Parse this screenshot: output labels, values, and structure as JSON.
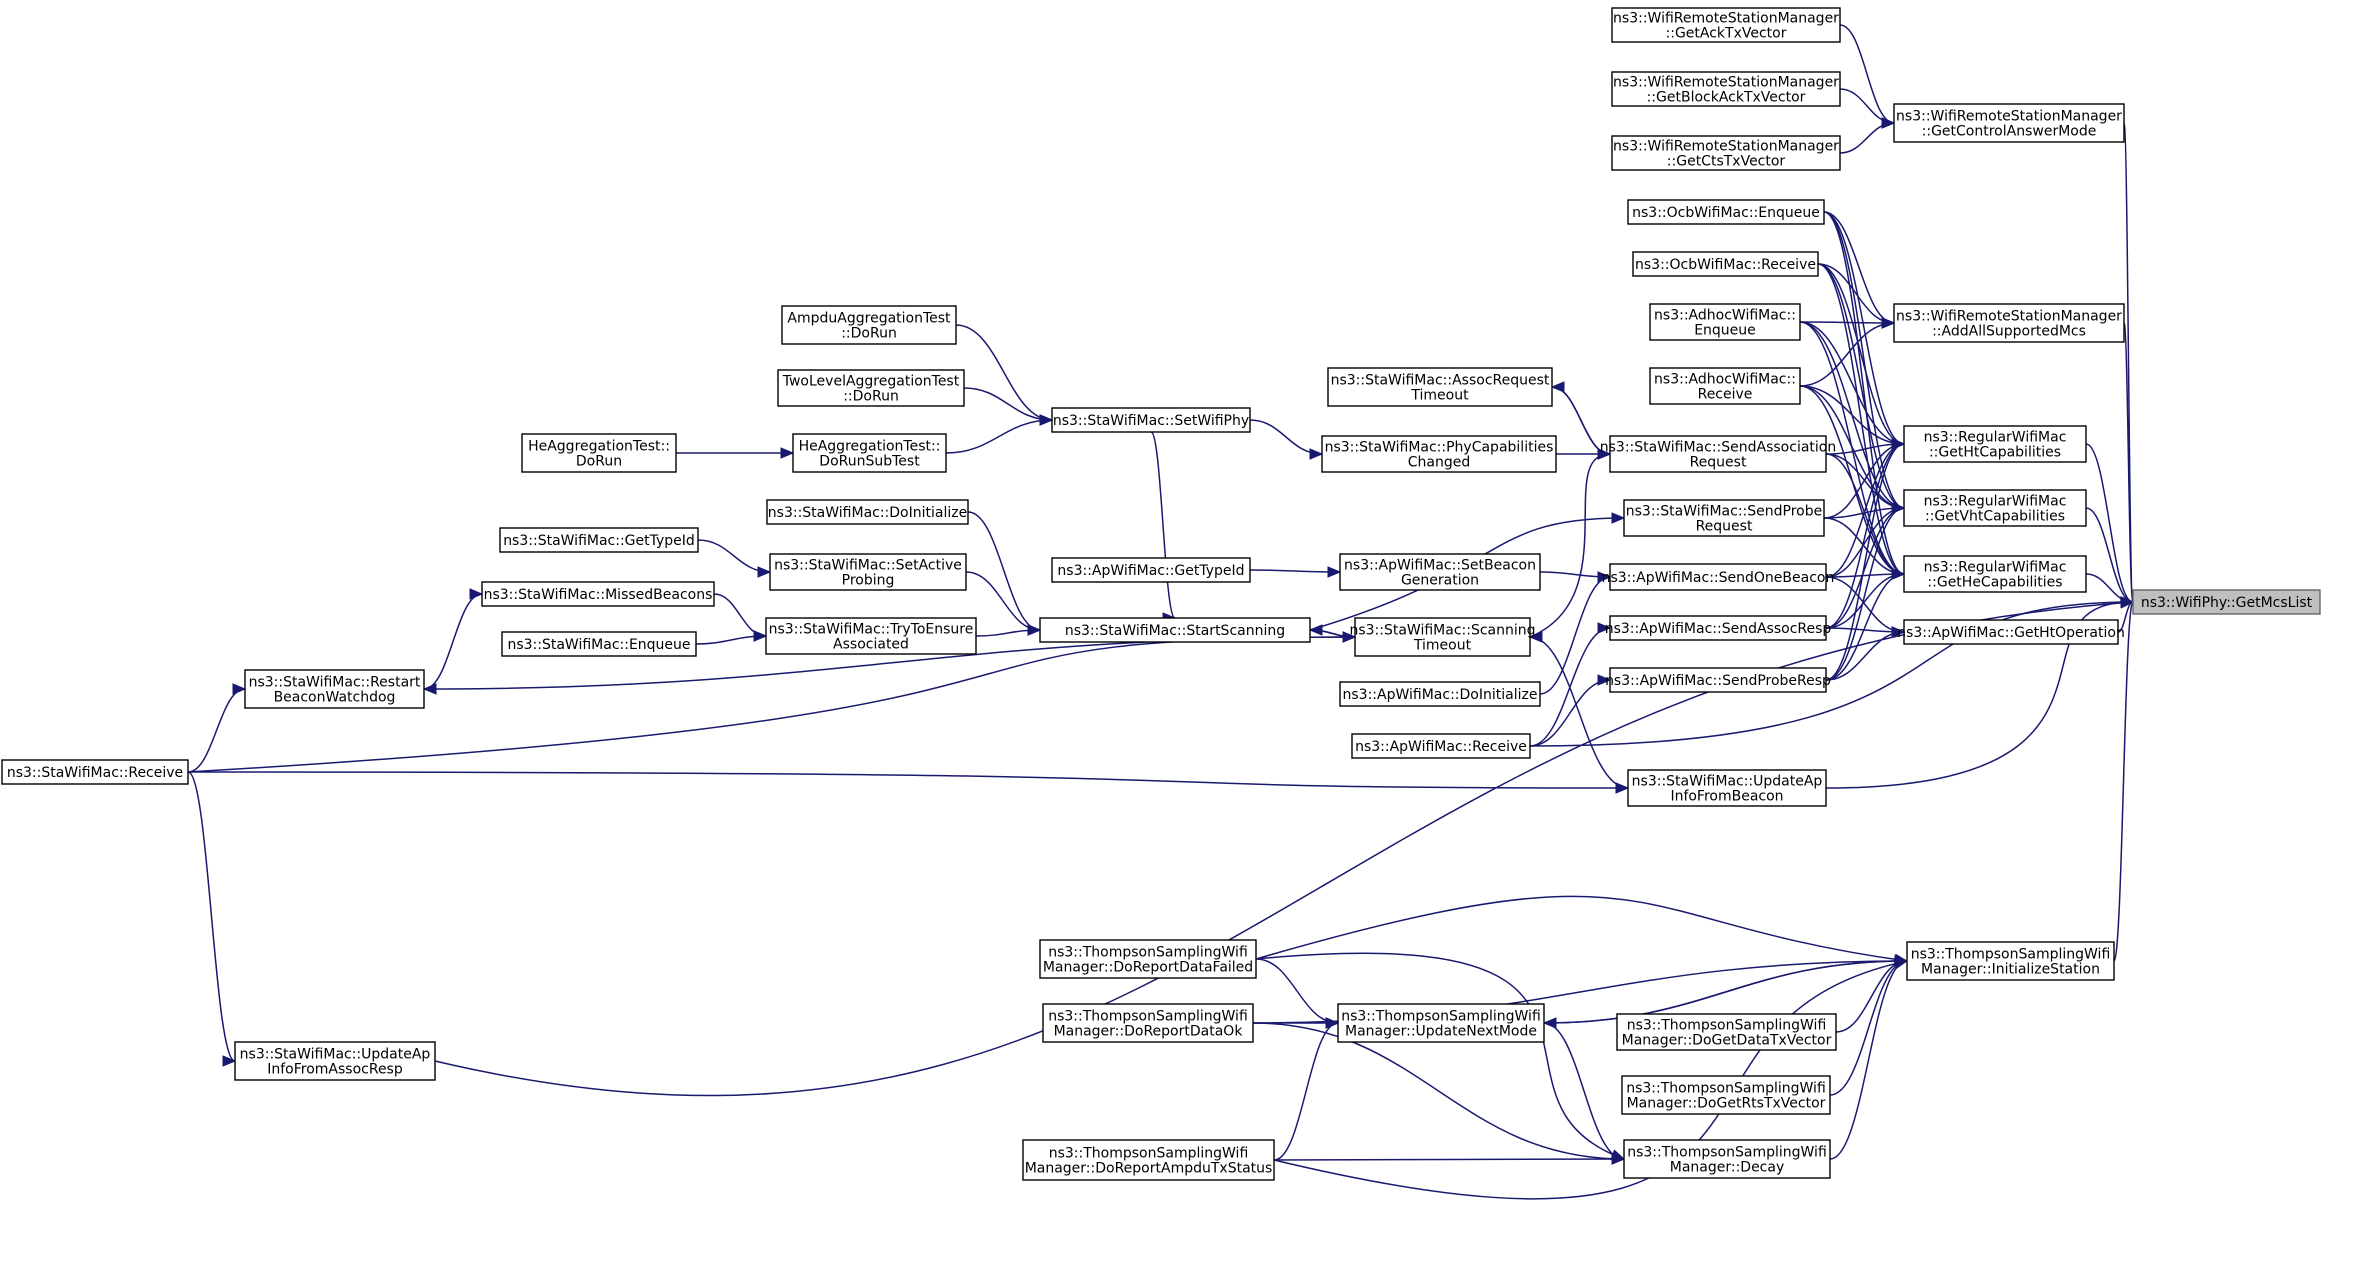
{
  "nodes": [
    {
      "id": "root",
      "lines": [
        "ns3::WifiPhy::GetMcsList"
      ],
      "root": true
    },
    {
      "id": "getAck",
      "lines": [
        "ns3::WifiRemoteStationManager",
        "::GetAckTxVector"
      ]
    },
    {
      "id": "getBlockAck",
      "lines": [
        "ns3::WifiRemoteStationManager",
        "::GetBlockAckTxVector"
      ]
    },
    {
      "id": "getCts",
      "lines": [
        "ns3::WifiRemoteStationManager",
        "::GetCtsTxVector"
      ]
    },
    {
      "id": "getControl",
      "lines": [
        "ns3::WifiRemoteStationManager",
        "::GetControlAnswerMode"
      ]
    },
    {
      "id": "ocbEnqueue",
      "lines": [
        "ns3::OcbWifiMac::Enqueue"
      ]
    },
    {
      "id": "ocbReceive",
      "lines": [
        "ns3::OcbWifiMac::Receive"
      ]
    },
    {
      "id": "adhocEnqueue",
      "lines": [
        "ns3::AdhocWifiMac::",
        "Enqueue"
      ]
    },
    {
      "id": "adhocReceive",
      "lines": [
        "ns3::AdhocWifiMac::",
        "Receive"
      ]
    },
    {
      "id": "addAll",
      "lines": [
        "ns3::WifiRemoteStationManager",
        "::AddAllSupportedMcs"
      ]
    },
    {
      "id": "ampdu",
      "lines": [
        "AmpduAggregationTest",
        "::DoRun"
      ]
    },
    {
      "id": "twoLevel",
      "lines": [
        "TwoLevelAggregationTest",
        "::DoRun"
      ]
    },
    {
      "id": "heDoRun",
      "lines": [
        "HeAggregationTest::",
        "DoRun"
      ]
    },
    {
      "id": "heDoRunSub",
      "lines": [
        "HeAggregationTest::",
        "DoRunSubTest"
      ]
    },
    {
      "id": "setWifiPhy",
      "lines": [
        "ns3::StaWifiMac::SetWifiPhy"
      ]
    },
    {
      "id": "assocTimeout",
      "lines": [
        "ns3::StaWifiMac::AssocRequest",
        "Timeout"
      ]
    },
    {
      "id": "phyCap",
      "lines": [
        "ns3::StaWifiMac::PhyCapabilities",
        "Changed"
      ]
    },
    {
      "id": "sendAssocReq",
      "lines": [
        "ns3::StaWifiMac::SendAssociation",
        "Request"
      ]
    },
    {
      "id": "htCap",
      "lines": [
        "ns3::RegularWifiMac",
        "::GetHtCapabilities"
      ]
    },
    {
      "id": "vhtCap",
      "lines": [
        "ns3::RegularWifiMac",
        "::GetVhtCapabilities"
      ]
    },
    {
      "id": "heCap",
      "lines": [
        "ns3::RegularWifiMac",
        "::GetHeCapabilities"
      ]
    },
    {
      "id": "staDoInit",
      "lines": [
        "ns3::StaWifiMac::DoInitialize"
      ]
    },
    {
      "id": "sendProbe",
      "lines": [
        "ns3::StaWifiMac::SendProbe",
        "Request"
      ]
    },
    {
      "id": "apGetTypeId",
      "lines": [
        "ns3::ApWifiMac::GetTypeId"
      ]
    },
    {
      "id": "setBeacon",
      "lines": [
        "ns3::ApWifiMac::SetBeacon",
        "Generation"
      ]
    },
    {
      "id": "sendOneBeacon",
      "lines": [
        "ns3::ApWifiMac::SendOneBeacon"
      ]
    },
    {
      "id": "staGetTypeId",
      "lines": [
        "ns3::StaWifiMac::GetTypeId"
      ]
    },
    {
      "id": "setActive",
      "lines": [
        "ns3::StaWifiMac::SetActive",
        "Probing"
      ]
    },
    {
      "id": "missed",
      "lines": [
        "ns3::StaWifiMac::MissedBeacons"
      ]
    },
    {
      "id": "tryEnsure",
      "lines": [
        "ns3::StaWifiMac::TryToEnsure",
        "Associated"
      ]
    },
    {
      "id": "staEnqueue",
      "lines": [
        "ns3::StaWifiMac::Enqueue"
      ]
    },
    {
      "id": "startScan",
      "lines": [
        "ns3::StaWifiMac::StartScanning"
      ]
    },
    {
      "id": "scanTimeout",
      "lines": [
        "ns3::StaWifiMac::Scanning",
        "Timeout"
      ]
    },
    {
      "id": "sendAssocResp",
      "lines": [
        "ns3::ApWifiMac::SendAssocResp"
      ]
    },
    {
      "id": "getHtOp",
      "lines": [
        "ns3::ApWifiMac::GetHtOperation"
      ]
    },
    {
      "id": "restart",
      "lines": [
        "ns3::StaWifiMac::Restart",
        "BeaconWatchdog"
      ]
    },
    {
      "id": "apDoInit",
      "lines": [
        "ns3::ApWifiMac::DoInitialize"
      ]
    },
    {
      "id": "sendProbeResp",
      "lines": [
        "ns3::ApWifiMac::SendProbeResp"
      ]
    },
    {
      "id": "apReceive",
      "lines": [
        "ns3::ApWifiMac::Receive"
      ]
    },
    {
      "id": "staReceive",
      "lines": [
        "ns3::StaWifiMac::Receive"
      ]
    },
    {
      "id": "updateBeacon",
      "lines": [
        "ns3::StaWifiMac::UpdateAp",
        "InfoFromBeacon"
      ]
    },
    {
      "id": "tsFailed",
      "lines": [
        "ns3::ThompsonSamplingWifi",
        "Manager::DoReportDataFailed"
      ]
    },
    {
      "id": "tsInit",
      "lines": [
        "ns3::ThompsonSamplingWifi",
        "Manager::InitializeStation"
      ]
    },
    {
      "id": "tsOk",
      "lines": [
        "ns3::ThompsonSamplingWifi",
        "Manager::DoReportDataOk"
      ]
    },
    {
      "id": "tsUpdate",
      "lines": [
        "ns3::ThompsonSamplingWifi",
        "Manager::UpdateNextMode"
      ]
    },
    {
      "id": "tsGetData",
      "lines": [
        "ns3::ThompsonSamplingWifi",
        "Manager::DoGetDataTxVector"
      ]
    },
    {
      "id": "tsGetRts",
      "lines": [
        "ns3::ThompsonSamplingWifi",
        "Manager::DoGetRtsTxVector"
      ]
    },
    {
      "id": "updateAssoc",
      "lines": [
        "ns3::StaWifiMac::UpdateAp",
        "InfoFromAssocResp"
      ]
    },
    {
      "id": "tsAmpdu",
      "lines": [
        "ns3::ThompsonSamplingWifi",
        "Manager::DoReportAmpduTxStatus"
      ]
    },
    {
      "id": "tsDecay",
      "lines": [
        "ns3::ThompsonSamplingWifi",
        "Manager::Decay"
      ]
    }
  ],
  "edges": [
    {
      "from": "getAck",
      "to": "getControl"
    },
    {
      "from": "getBlockAck",
      "to": "getControl"
    },
    {
      "from": "getCts",
      "to": "getControl"
    },
    {
      "from": "getControl",
      "to": "root"
    },
    {
      "from": "ocbEnqueue",
      "to": "addAll"
    },
    {
      "from": "ocbReceive",
      "to": "addAll"
    },
    {
      "from": "adhocEnqueue",
      "to": "addAll"
    },
    {
      "from": "adhocReceive",
      "to": "addAll"
    },
    {
      "from": "addAll",
      "to": "root"
    },
    {
      "from": "ocbEnqueue",
      "to": "htCap"
    },
    {
      "from": "ocbEnqueue",
      "to": "vhtCap"
    },
    {
      "from": "ocbEnqueue",
      "to": "heCap"
    },
    {
      "from": "ocbReceive",
      "to": "htCap"
    },
    {
      "from": "ocbReceive",
      "to": "vhtCap"
    },
    {
      "from": "ocbReceive",
      "to": "heCap"
    },
    {
      "from": "adhocEnqueue",
      "to": "htCap"
    },
    {
      "from": "adhocEnqueue",
      "to": "vhtCap"
    },
    {
      "from": "adhocEnqueue",
      "to": "heCap"
    },
    {
      "from": "adhocReceive",
      "to": "htCap"
    },
    {
      "from": "adhocReceive",
      "to": "vhtCap"
    },
    {
      "from": "adhocReceive",
      "to": "heCap"
    },
    {
      "from": "sendAssocReq",
      "to": "htCap"
    },
    {
      "from": "sendAssocReq",
      "to": "vhtCap"
    },
    {
      "from": "sendAssocReq",
      "to": "heCap"
    },
    {
      "from": "sendAssocReq",
      "to": "assocTimeout"
    },
    {
      "from": "sendProbe",
      "to": "htCap"
    },
    {
      "from": "sendProbe",
      "to": "vhtCap"
    },
    {
      "from": "sendProbe",
      "to": "heCap"
    },
    {
      "from": "sendOneBeacon",
      "to": "htCap"
    },
    {
      "from": "sendOneBeacon",
      "to": "vhtCap"
    },
    {
      "from": "sendOneBeacon",
      "to": "heCap"
    },
    {
      "from": "sendOneBeacon",
      "to": "getHtOp"
    },
    {
      "from": "sendAssocResp",
      "to": "htCap"
    },
    {
      "from": "sendAssocResp",
      "to": "vhtCap"
    },
    {
      "from": "sendAssocResp",
      "to": "heCap"
    },
    {
      "from": "sendAssocResp",
      "to": "getHtOp"
    },
    {
      "from": "sendProbeResp",
      "to": "htCap"
    },
    {
      "from": "sendProbeResp",
      "to": "vhtCap"
    },
    {
      "from": "sendProbeResp",
      "to": "heCap"
    },
    {
      "from": "sendProbeResp",
      "to": "getHtOp"
    },
    {
      "from": "htCap",
      "to": "root"
    },
    {
      "from": "vhtCap",
      "to": "root"
    },
    {
      "from": "heCap",
      "to": "root"
    },
    {
      "from": "getHtOp",
      "to": "root"
    },
    {
      "from": "ampdu",
      "to": "setWifiPhy"
    },
    {
      "from": "twoLevel",
      "to": "setWifiPhy"
    },
    {
      "from": "heDoRun",
      "to": "heDoRunSub"
    },
    {
      "from": "heDoRunSub",
      "to": "setWifiPhy"
    },
    {
      "from": "setWifiPhy",
      "to": "phyCap"
    },
    {
      "from": "phyCap",
      "to": "sendAssocReq"
    },
    {
      "from": "assocTimeout",
      "to": "sendAssocReq"
    },
    {
      "from": "scanTimeout",
      "to": "sendAssocReq"
    },
    {
      "from": "startScan",
      "to": "sendProbe"
    },
    {
      "from": "staDoInit",
      "to": "startScan"
    },
    {
      "from": "setActive",
      "to": "startScan"
    },
    {
      "from": "setWifiPhy",
      "to": "startScan"
    },
    {
      "from": "tryEnsure",
      "to": "startScan"
    },
    {
      "from": "scanTimeout",
      "to": "startScan"
    },
    {
      "from": "startScan",
      "to": "scanTimeout"
    },
    {
      "from": "staGetTypeId",
      "to": "setActive"
    },
    {
      "from": "restart",
      "to": "missed"
    },
    {
      "from": "missed",
      "to": "tryEnsure"
    },
    {
      "from": "staEnqueue",
      "to": "tryEnsure"
    },
    {
      "from": "scanTimeout",
      "to": "restart"
    },
    {
      "from": "staReceive",
      "to": "restart"
    },
    {
      "from": "staReceive",
      "to": "scanTimeout"
    },
    {
      "from": "apGetTypeId",
      "to": "setBeacon"
    },
    {
      "from": "setBeacon",
      "to": "sendOneBeacon"
    },
    {
      "from": "apDoInit",
      "to": "sendOneBeacon"
    },
    {
      "from": "apReceive",
      "to": "sendAssocResp"
    },
    {
      "from": "apReceive",
      "to": "sendProbeResp"
    },
    {
      "from": "apReceive",
      "to": "root"
    },
    {
      "from": "updateBeacon",
      "to": "scanTimeout"
    },
    {
      "from": "staReceive",
      "to": "updateBeacon"
    },
    {
      "from": "updateBeacon",
      "to": "root"
    },
    {
      "from": "staReceive",
      "to": "updateAssoc"
    },
    {
      "from": "updateAssoc",
      "to": "root"
    },
    {
      "from": "tsFailed",
      "to": "tsInit"
    },
    {
      "from": "tsFailed",
      "to": "tsUpdate"
    },
    {
      "from": "tsOk",
      "to": "tsInit"
    },
    {
      "from": "tsOk",
      "to": "tsUpdate"
    },
    {
      "from": "tsOk",
      "to": "tsDecay"
    },
    {
      "from": "tsUpdate",
      "to": "tsInit"
    },
    {
      "from": "tsInit",
      "to": "tsUpdate"
    },
    {
      "from": "tsGetData",
      "to": "tsInit"
    },
    {
      "from": "tsGetRts",
      "to": "tsInit"
    },
    {
      "from": "tsAmpdu",
      "to": "tsUpdate"
    },
    {
      "from": "tsAmpdu",
      "to": "tsDecay"
    },
    {
      "from": "tsAmpdu",
      "to": "tsInit"
    },
    {
      "from": "tsUpdate",
      "to": "tsDecay"
    },
    {
      "from": "tsFailed",
      "to": "tsDecay"
    },
    {
      "from": "tsDecay",
      "to": "tsInit"
    },
    {
      "from": "tsInit",
      "to": "root"
    }
  ]
}
